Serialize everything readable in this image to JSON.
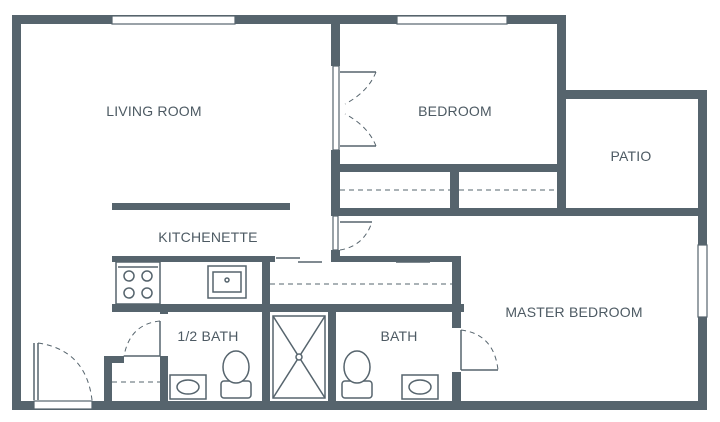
{
  "rooms": {
    "living_room": "LIVING ROOM",
    "bedroom": "BEDROOM",
    "patio": "PATIO",
    "kitchenette": "KITCHENETTE",
    "master_bedroom": "MASTER BEDROOM",
    "half_bath": "1/2 BATH",
    "bath": "BATH"
  },
  "colors": {
    "wall": "#56646d",
    "label": "#4d5a63",
    "background": "#ffffff"
  }
}
